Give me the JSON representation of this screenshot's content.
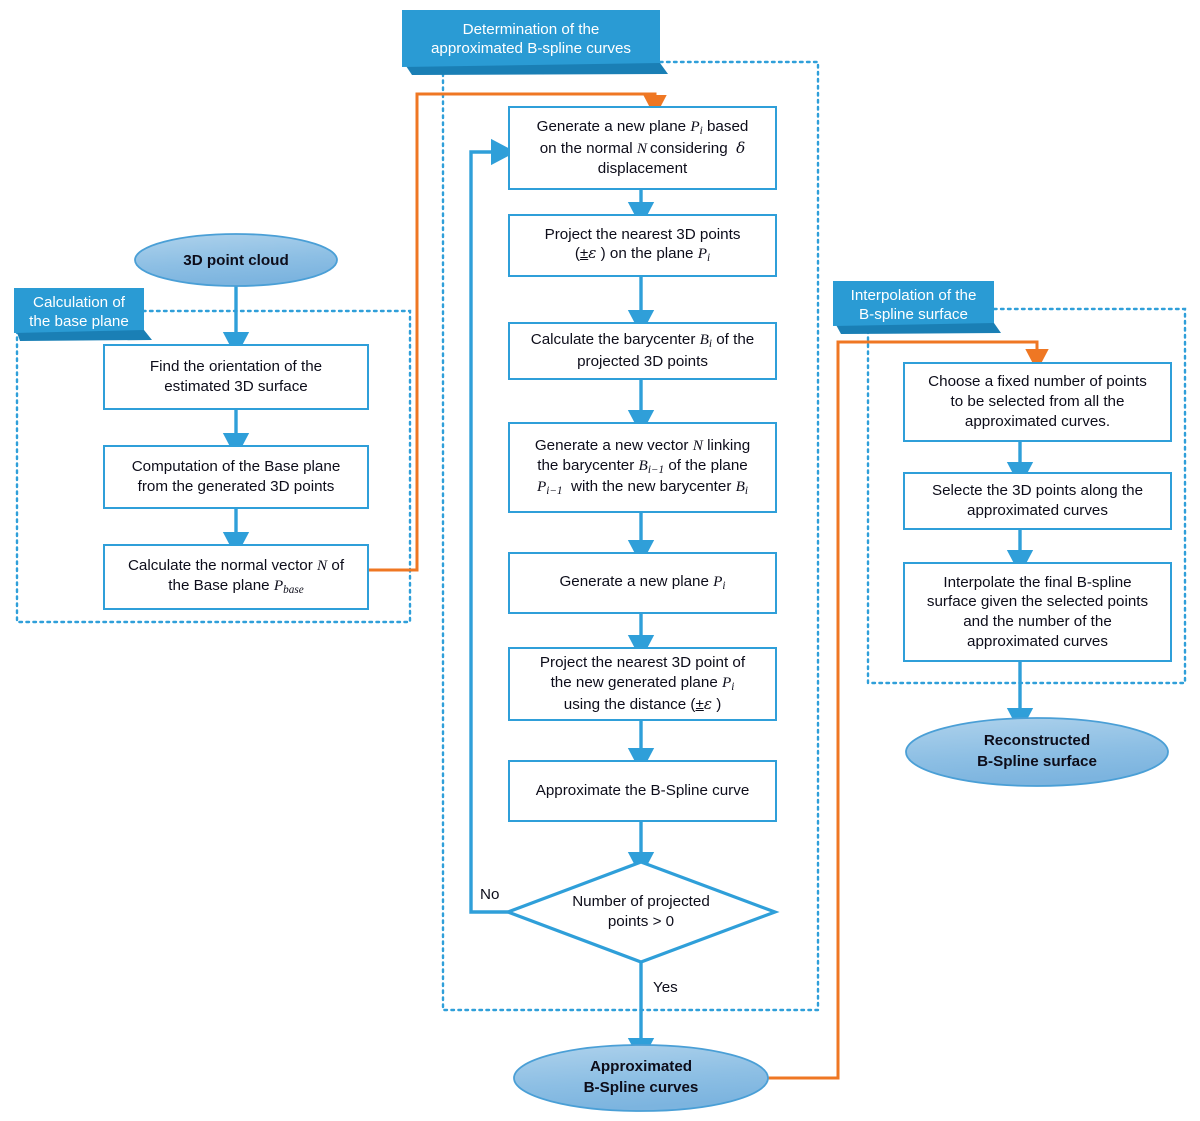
{
  "diagram": {
    "title": "B-Spline surface reconstruction pipeline flowchart",
    "colors": {
      "process_border": "#2f9fd9",
      "process_fill": "#ffffff",
      "arrow_blue": "#2f9fd9",
      "arrow_orange": "#ef7723",
      "banner_fill": "#2a9bd4",
      "banner_fold": "#1a7fb5",
      "terminator_fill": "#8dbfe4",
      "dotted_boundary": "#2f9fd9",
      "text": "#0d0d1a"
    }
  },
  "banners": [
    {
      "id": "banner-base-plane",
      "line1": "Calculation of",
      "line2": "the base plane"
    },
    {
      "id": "banner-curves",
      "line1": "Determination of the",
      "line2": "approximated B-spline curves"
    },
    {
      "id": "banner-surface",
      "line1": "Interpolation of the",
      "line2": "B-spline surface"
    }
  ],
  "terminators": {
    "start": {
      "line1": "3D point cloud",
      "line2": ""
    },
    "curves": {
      "line1": "Approximated",
      "line2": "B-Spline curves"
    },
    "surface": {
      "line1": "Reconstructed",
      "line2": "B-Spline surface"
    }
  },
  "left_branch": {
    "steps": [
      {
        "id": "find-orientation",
        "line1": "Find the orientation of the",
        "line2": "estimated 3D surface"
      },
      {
        "id": "compute-base-plane",
        "line1": "Computation of the Base plane",
        "line2": "from the generated 3D points"
      },
      {
        "id": "calc-normal",
        "line1": "Calculate the normal vector N of",
        "line2": "the Base plane Pbase"
      }
    ]
  },
  "center_branch": {
    "steps": [
      {
        "id": "generate-plane-delta",
        "line1": "Generate a new plane Pi based",
        "line2": "on the normal N considering δ",
        "line3": "displacement"
      },
      {
        "id": "project-points",
        "line1": "Project the nearest 3D points",
        "line2": "(±ε ) on the plane Pi"
      },
      {
        "id": "calc-barycenter",
        "line1": "Calculate the barycenter Bi of the",
        "line2": "projected 3D points"
      },
      {
        "id": "generate-vector",
        "line1": "Generate a new vector N linking",
        "line2": "the barycenter Bi−1 of the plane",
        "line3": "Pi−1 with the new barycenter Bi"
      },
      {
        "id": "generate-plane",
        "line1": "Generate a new plane Pi",
        "line2": ""
      },
      {
        "id": "project-nearest",
        "line1": "Project the nearest 3D point of",
        "line2": "the new generated plane Pi",
        "line3": "using the distance (±ε )"
      },
      {
        "id": "approximate-curve",
        "line1": "Approximate the B-Spline curve",
        "line2": ""
      }
    ],
    "decision": {
      "id": "projected-points-check",
      "line1": "Number of projected",
      "line2": "points > 0"
    },
    "edge_labels": {
      "no": "No",
      "yes": "Yes"
    }
  },
  "right_branch": {
    "steps": [
      {
        "id": "choose-fixed-number",
        "line1": "Choose a fixed number of points",
        "line2": "to be selected from all the",
        "line3": "approximated curves."
      },
      {
        "id": "select-3d-points",
        "line1": "Selecte the 3D points along the",
        "line2": "approximated curves",
        "line3": ""
      },
      {
        "id": "interpolate-surface",
        "line1": "Interpolate the final B-spline",
        "line2": "surface given the selected points",
        "line3": "and the  number of the",
        "line4": "approximated curves"
      }
    ]
  }
}
